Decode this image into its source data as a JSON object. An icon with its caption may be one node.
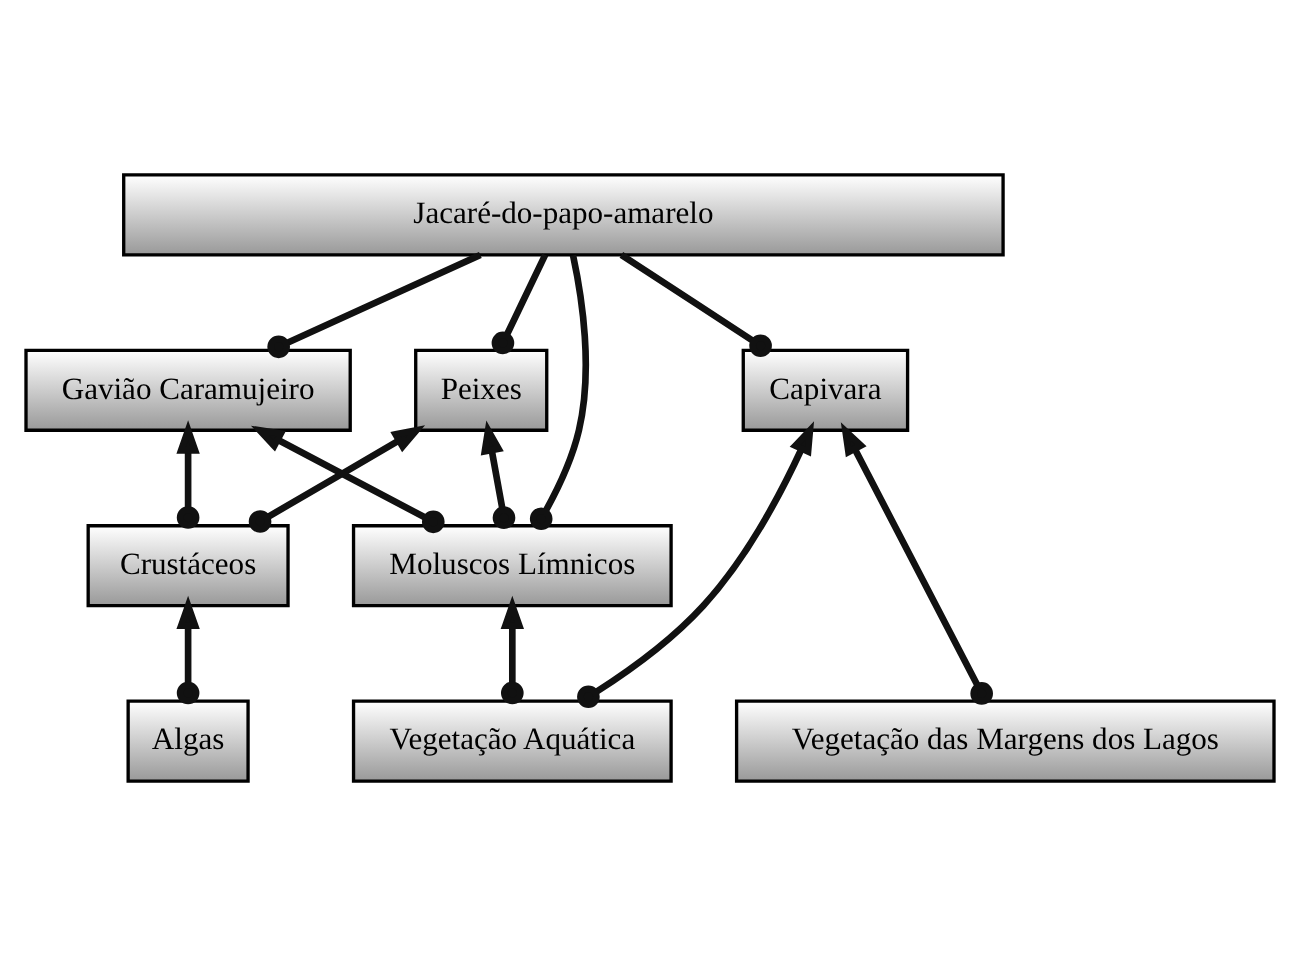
{
  "diagram": {
    "nodes": [
      {
        "text": [
          "Jacaré-do-papo-amarelo"
        ]
      },
      {
        "text": [
          "Gavião Caramujeiro"
        ]
      },
      {
        "text": [
          "Peixes"
        ]
      },
      {
        "text": [
          "Capivara"
        ]
      },
      {
        "text": [
          "Crustáceos"
        ]
      },
      {
        "text": [
          "Moluscos Límnicos"
        ]
      },
      {
        "text": [
          "Algas"
        ]
      },
      {
        "text": [
          "Vegetação Aquática"
        ]
      },
      {
        "text": [
          "Vegetação das Margens dos Lagos"
        ]
      }
    ],
    "edges": [
      {
        "from": 1,
        "to": 0,
        "arrow": "other"
      },
      {
        "from": 2,
        "to": 0,
        "arrow": "other"
      },
      {
        "from": 5,
        "to": 0,
        "arrow": "other"
      },
      {
        "from": 3,
        "to": 0,
        "arrow": "other"
      },
      {
        "from": 4,
        "to": 1,
        "arrow": "to"
      },
      {
        "from": 4,
        "to": 2,
        "arrow": "to"
      },
      {
        "from": 5,
        "to": 1,
        "arrow": "to"
      },
      {
        "from": 5,
        "to": 2,
        "arrow": "to"
      },
      {
        "from": 6,
        "to": 4,
        "arrow": "to"
      },
      {
        "from": 7,
        "to": 5,
        "arrow": "to"
      },
      {
        "from": 7,
        "to": 3,
        "arrow": "to"
      },
      {
        "from": 8,
        "to": 3,
        "arrow": "to"
      }
    ]
  }
}
